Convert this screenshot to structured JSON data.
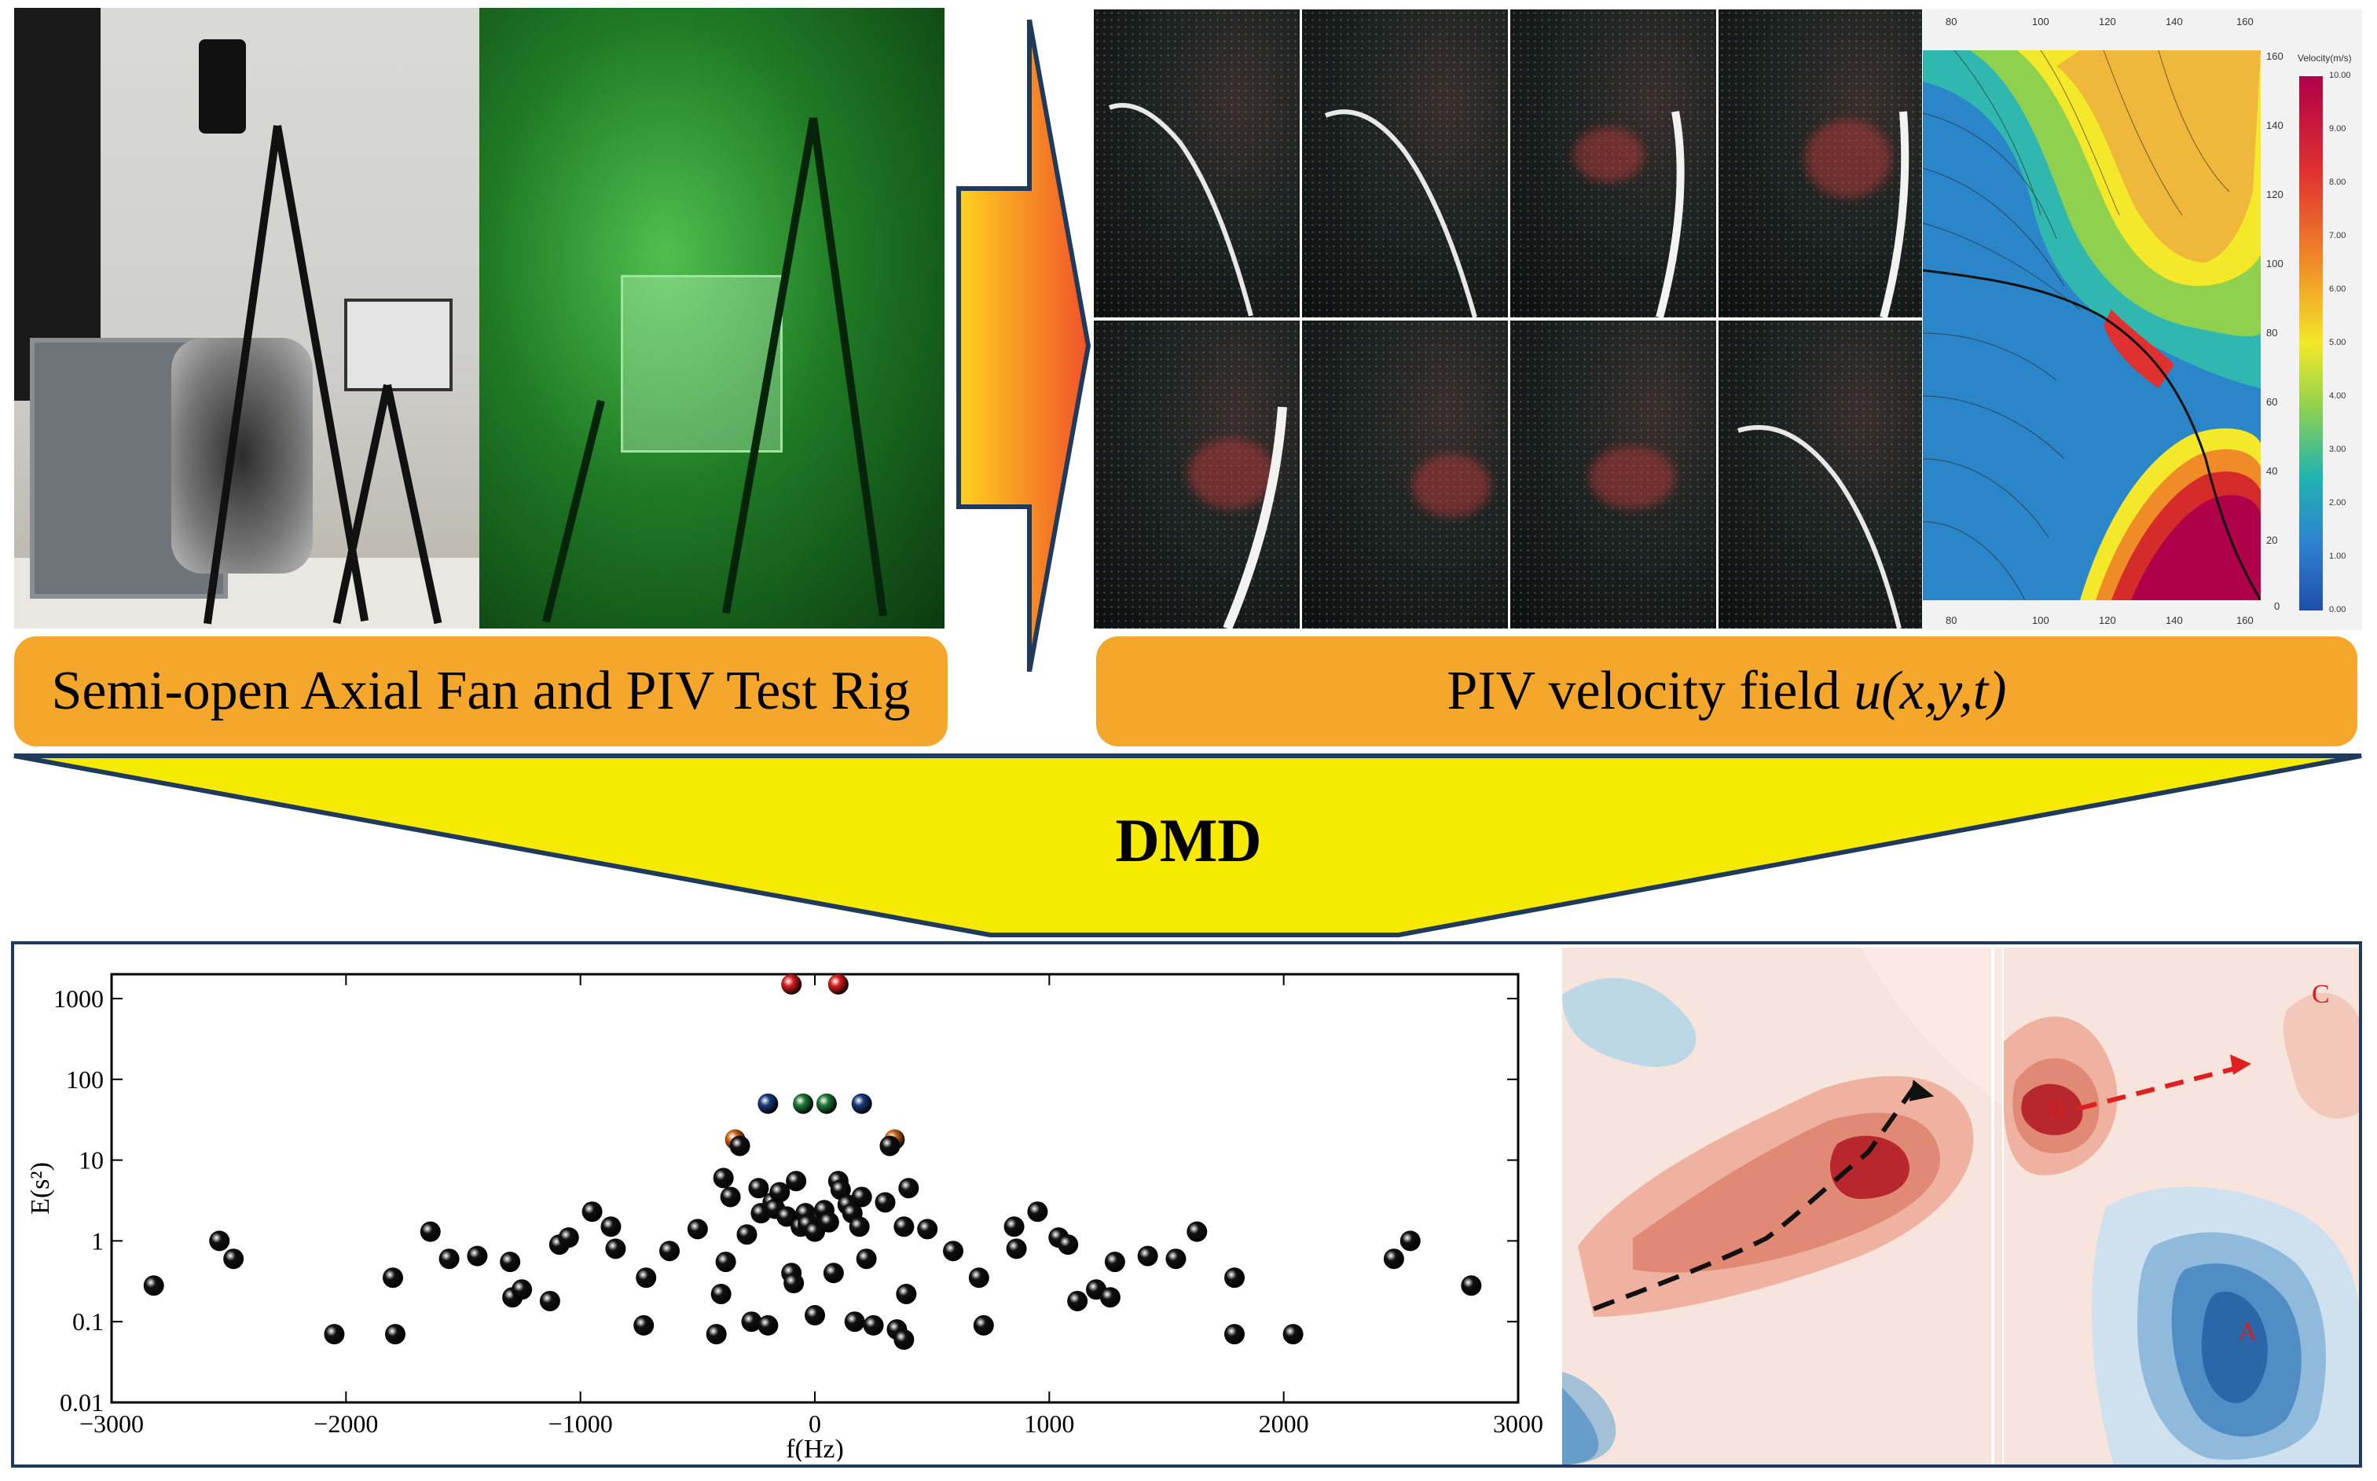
{
  "top": {
    "left_label": "Semi-open Axial Fan and PIV Test Rig",
    "right_label_prefix": "PIV velocity field ",
    "right_label_math": "u",
    "right_label_args": "(x,y,t)",
    "arrow_color": "#f5a72c"
  },
  "velocity_panel": {
    "colorbar_title": "Velocity(m/s)",
    "colorbar_ticks": [
      "10.00",
      "9.00",
      "8.00",
      "7.00",
      "6.00",
      "5.00",
      "4.00",
      "3.00",
      "2.00",
      "1.00",
      "0.00"
    ],
    "x_ticks_top": [
      "80",
      "100",
      "120",
      "140",
      "160"
    ],
    "x_ticks_bottom": [
      "80",
      "100",
      "120",
      "140",
      "160"
    ],
    "y_ticks": [
      "160",
      "140",
      "120",
      "100",
      "80",
      "60",
      "40",
      "20",
      "0"
    ]
  },
  "dmd": {
    "label": "DMD",
    "funnel_color": "#f6ea00"
  },
  "chart_data": {
    "type": "scatter",
    "xlabel": "f(Hz)",
    "ylabel": "E(s²)",
    "yscale": "log",
    "xlim": [
      -3000,
      3000
    ],
    "ylim": [
      0.01,
      2000
    ],
    "x_ticks": [
      "−3000",
      "−2000",
      "−1000",
      "0",
      "1000",
      "2000",
      "3000"
    ],
    "y_ticks": [
      "0.01",
      "0.1",
      "1",
      "10",
      "100",
      "1000"
    ],
    "series": [
      {
        "color": "#d61e1e",
        "points": [
          [
            -100,
            1500
          ],
          [
            100,
            1500
          ]
        ]
      },
      {
        "color": "#1f7a3a",
        "points": [
          [
            -50,
            50
          ],
          [
            50,
            50
          ]
        ]
      },
      {
        "color": "#1a3a7a",
        "points": [
          [
            -200,
            50
          ],
          [
            200,
            50
          ]
        ]
      },
      {
        "color": "#c8671a",
        "points": [
          [
            -340,
            18
          ],
          [
            340,
            18
          ]
        ]
      },
      {
        "color": "#111111",
        "points": [
          [
            -2820,
            0.28
          ],
          [
            -2540,
            1.0
          ],
          [
            -2480,
            0.6
          ],
          [
            -2050,
            0.07
          ],
          [
            -1800,
            0.35
          ],
          [
            -1790,
            0.07
          ],
          [
            -1640,
            1.3
          ],
          [
            -1560,
            0.6
          ],
          [
            -1440,
            0.65
          ],
          [
            -1300,
            0.55
          ],
          [
            -1290,
            0.2
          ],
          [
            -1250,
            0.25
          ],
          [
            -1130,
            0.18
          ],
          [
            -1090,
            0.9
          ],
          [
            -1050,
            1.1
          ],
          [
            -950,
            2.3
          ],
          [
            -870,
            1.5
          ],
          [
            -850,
            0.8
          ],
          [
            -720,
            0.35
          ],
          [
            -730,
            0.09
          ],
          [
            -620,
            0.75
          ],
          [
            -500,
            1.4
          ],
          [
            -420,
            0.07
          ],
          [
            -400,
            0.22
          ],
          [
            -380,
            0.55
          ],
          [
            -390,
            6.0
          ],
          [
            -360,
            3.5
          ],
          [
            -320,
            15.0
          ],
          [
            -290,
            1.2
          ],
          [
            -270,
            0.1
          ],
          [
            -240,
            4.5
          ],
          [
            -230,
            2.2
          ],
          [
            -200,
            0.09
          ],
          [
            -180,
            3.0
          ],
          [
            -170,
            2.5
          ],
          [
            -150,
            4.0
          ],
          [
            -120,
            2.0
          ],
          [
            -100,
            0.4
          ],
          [
            -90,
            0.3
          ],
          [
            -80,
            5.5
          ],
          [
            -60,
            1.5
          ],
          [
            -40,
            2.2
          ],
          [
            -30,
            1.6
          ],
          [
            0,
            1.3
          ],
          [
            0,
            0.12
          ],
          [
            30,
            2.0
          ],
          [
            40,
            2.4
          ],
          [
            60,
            1.7
          ],
          [
            80,
            0.4
          ],
          [
            100,
            5.5
          ],
          [
            110,
            4.3
          ],
          [
            140,
            2.8
          ],
          [
            160,
            2.2
          ],
          [
            170,
            0.1
          ],
          [
            190,
            1.5
          ],
          [
            200,
            3.5
          ],
          [
            220,
            0.6
          ],
          [
            250,
            0.09
          ],
          [
            300,
            3.0
          ],
          [
            320,
            15.0
          ],
          [
            350,
            0.08
          ],
          [
            380,
            1.5
          ],
          [
            400,
            4.5
          ],
          [
            380,
            0.06
          ],
          [
            390,
            0.22
          ],
          [
            480,
            1.4
          ],
          [
            590,
            0.75
          ],
          [
            700,
            0.35
          ],
          [
            720,
            0.09
          ],
          [
            850,
            1.5
          ],
          [
            860,
            0.8
          ],
          [
            950,
            2.3
          ],
          [
            1040,
            1.1
          ],
          [
            1080,
            0.9
          ],
          [
            1120,
            0.18
          ],
          [
            1200,
            0.25
          ],
          [
            1260,
            0.2
          ],
          [
            1280,
            0.55
          ],
          [
            1420,
            0.65
          ],
          [
            1540,
            0.6
          ],
          [
            1630,
            1.3
          ],
          [
            1790,
            0.35
          ],
          [
            1790,
            0.07
          ],
          [
            2040,
            0.07
          ],
          [
            2470,
            0.6
          ],
          [
            2540,
            1.0
          ],
          [
            2800,
            0.28
          ]
        ]
      }
    ]
  },
  "modes": {
    "left_panel": {
      "arrow_label": ""
    },
    "right_panel": {
      "label_a": "A",
      "label_b": "B",
      "label_c": "C"
    }
  }
}
